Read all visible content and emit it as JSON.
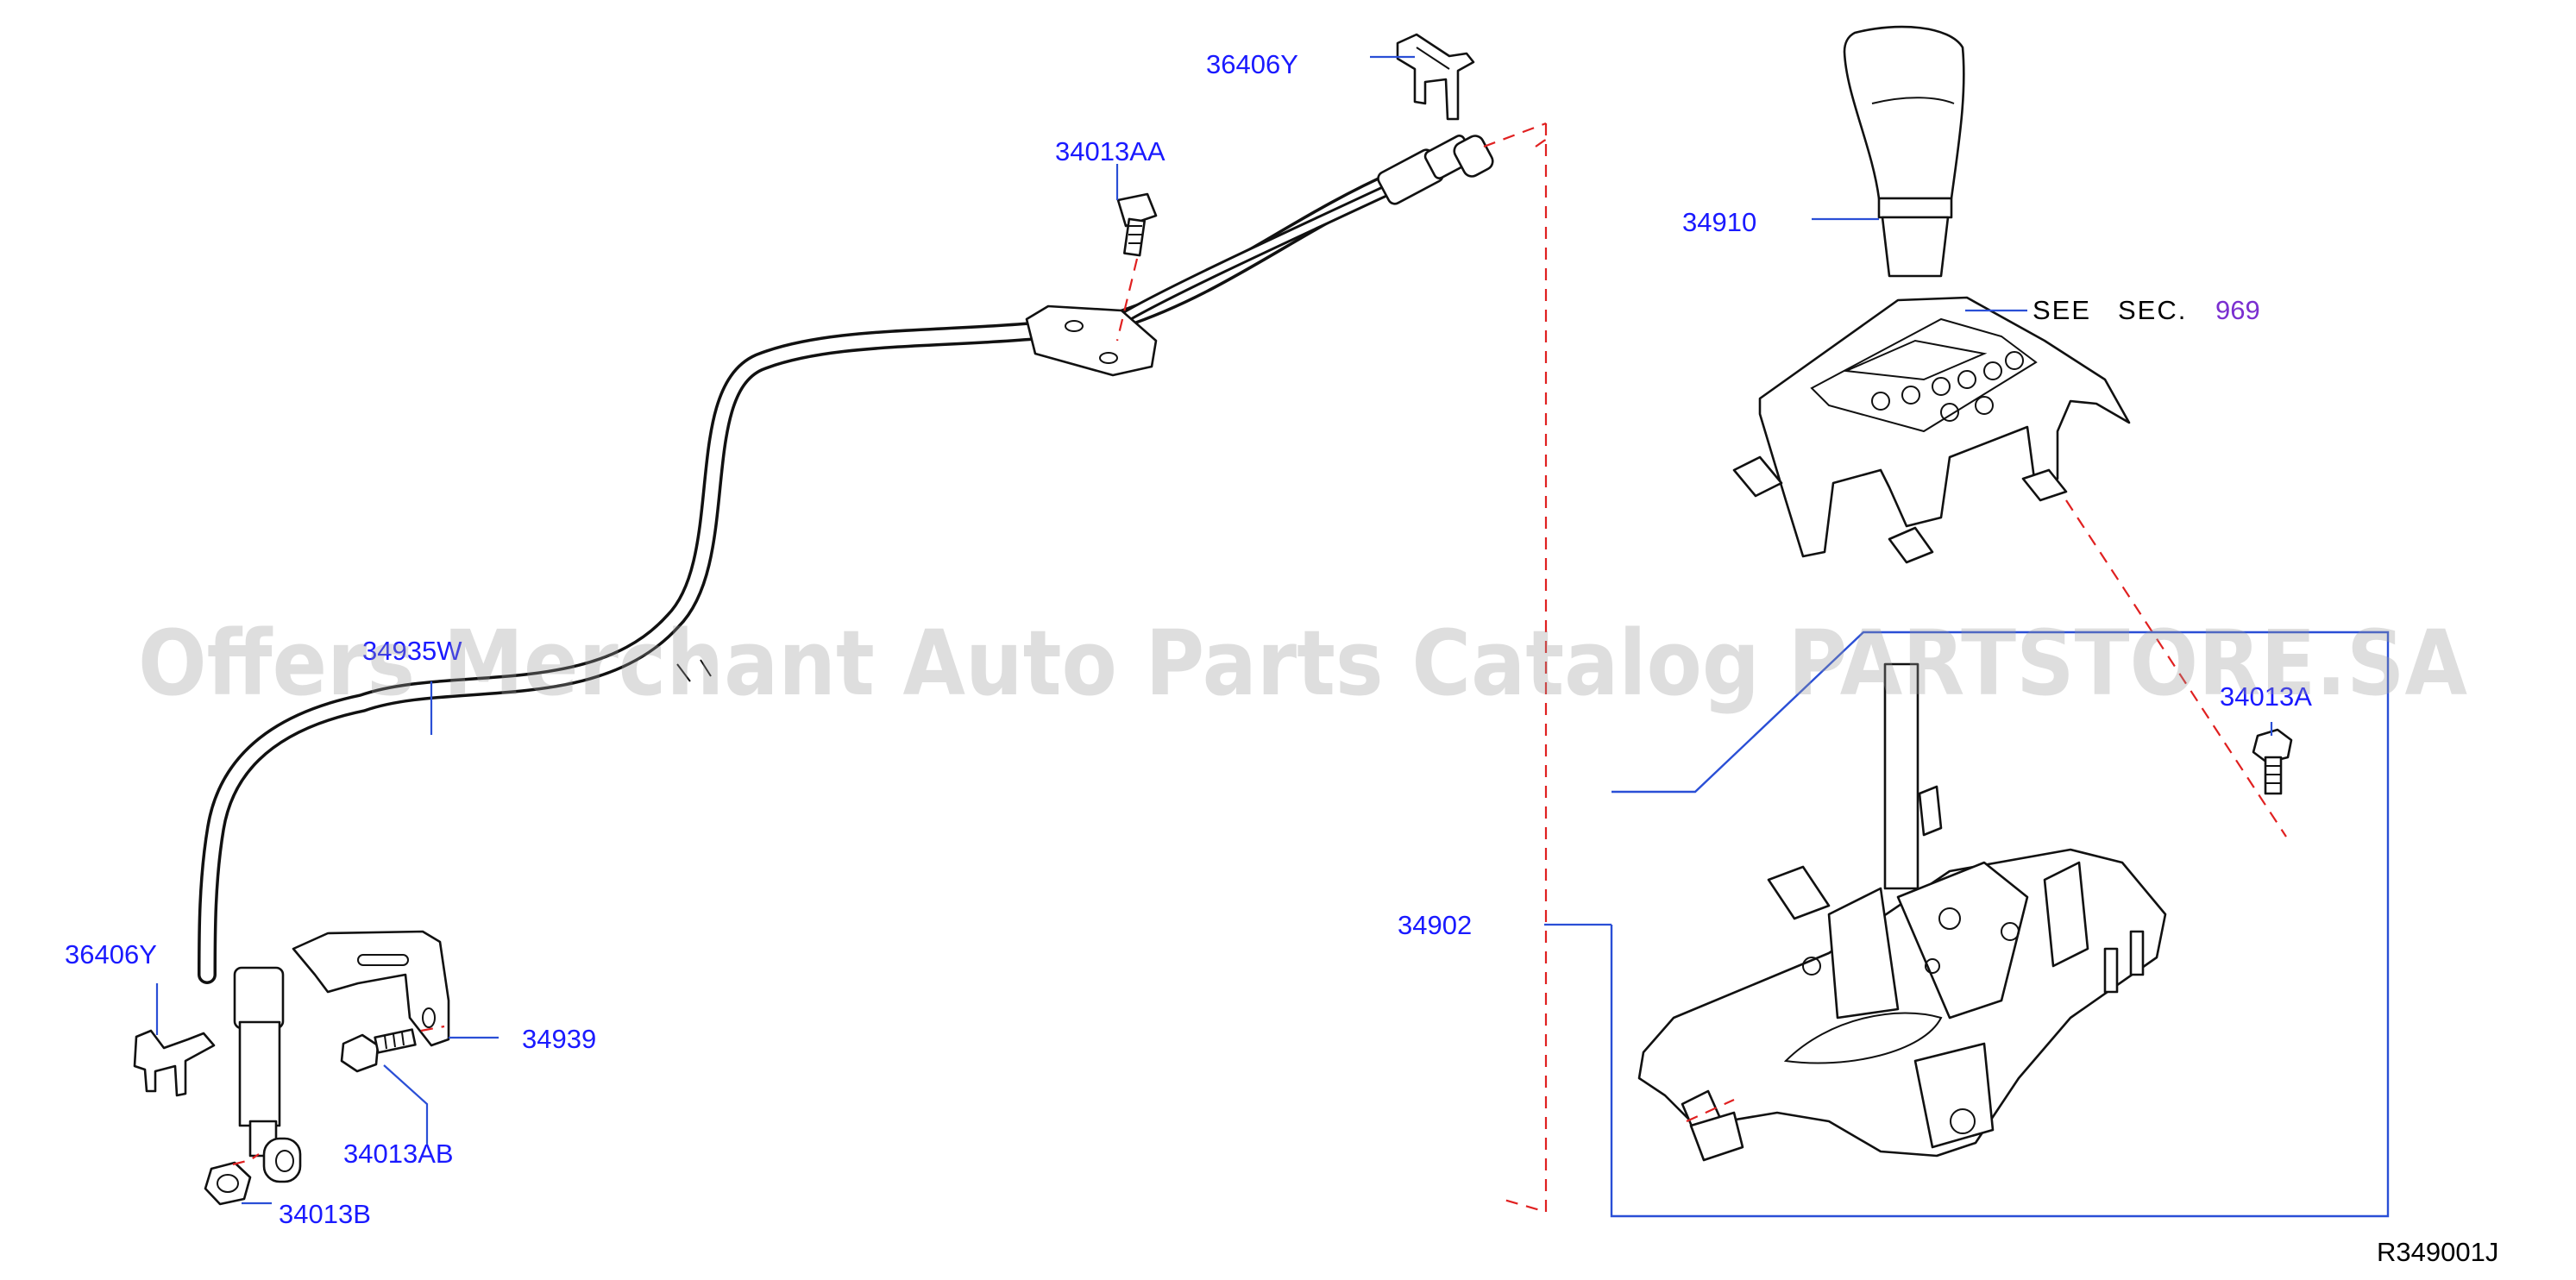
{
  "labels": {
    "clip_top": "36406Y",
    "bolt_top": "34013AA",
    "cable": "34935W",
    "clip_left": "36406Y",
    "bracket": "34939",
    "bolt_bracket": "34013AB",
    "nut": "34013B",
    "knob": "34910",
    "see": "SEE",
    "sec": "SEC.",
    "sec_num": "969",
    "bolt_right": "34013A",
    "device": "34902"
  },
  "reference_code": "R349001J",
  "watermark": "Offers Merchant Auto Parts Catalog PARTSTORE.SA",
  "colors": {
    "label": "#1a1aff",
    "leader": "#2a4fd6",
    "dashed_guide": "#e02020",
    "section_ref": "#7b2fd0",
    "line_art": "#111111"
  }
}
